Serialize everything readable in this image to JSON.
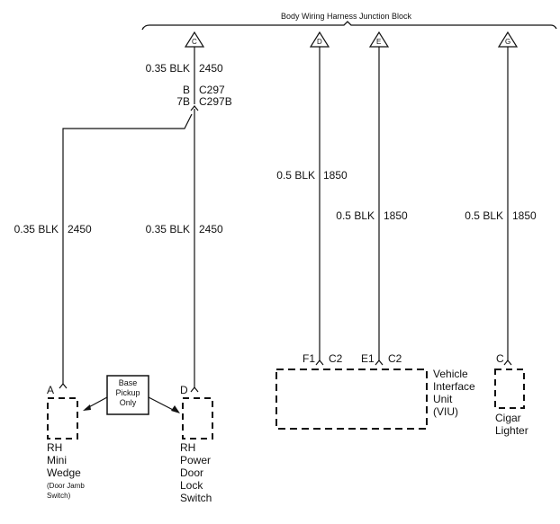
{
  "title": "Body Wiring Harness Junction Block",
  "junction_terminals": [
    "C",
    "D",
    "E",
    "G"
  ],
  "circuits": {
    "c_upper": {
      "wire": "0.35 BLK",
      "circuit": "2450"
    },
    "c_connector": {
      "pin1": "B",
      "conn1": "C297",
      "pin2": "7B",
      "conn2": "C297B"
    },
    "left_branch": {
      "wire": "0.35 BLK",
      "circuit": "2450"
    },
    "c_lower": {
      "wire": "0.35 BLK",
      "circuit": "2450"
    },
    "d": {
      "wire": "0.5 BLK",
      "circuit": "1850"
    },
    "e": {
      "wire": "0.5 BLK",
      "circuit": "1850"
    },
    "g": {
      "wire": "0.5 BLK",
      "circuit": "1850"
    }
  },
  "components": {
    "mini_wedge": {
      "pin": "A",
      "name_lines": [
        "RH",
        "Mini",
        "Wedge"
      ],
      "note_lines": [
        "(Door Jamb",
        "Switch)"
      ]
    },
    "door_lock": {
      "pin": "D",
      "name_lines": [
        "RH",
        "Power",
        "Door",
        "Lock",
        "Switch"
      ]
    },
    "viu": {
      "pin1": "F1",
      "conn1": "C2",
      "pin2": "E1",
      "conn2": "C2",
      "name_lines": [
        "Vehicle",
        "Interface",
        "Unit",
        "(VIU)"
      ]
    },
    "cigar": {
      "pin": "C",
      "name_lines": [
        "Cigar",
        "Lighter"
      ]
    }
  },
  "note_box": {
    "lines": [
      "Base",
      "Pickup",
      "Only"
    ]
  }
}
